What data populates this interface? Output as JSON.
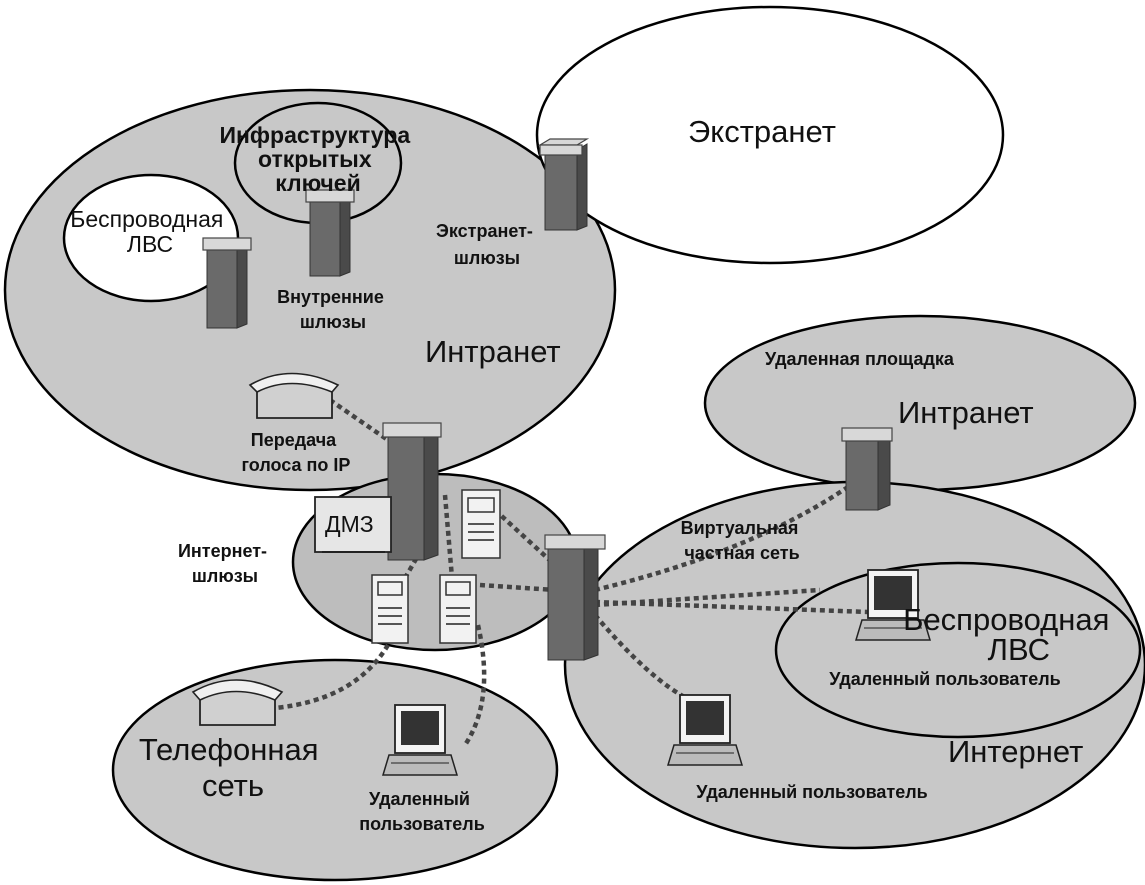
{
  "regions": {
    "intranet": "Интранет",
    "extranet": "Экстранет",
    "wireless_lan_internal": [
      "Беспроводная",
      "ЛВС"
    ],
    "pki": [
      "Инфраструктура",
      "открытых",
      "ключей"
    ],
    "dmz": "ДМЗ",
    "remote_site": "Удаленная площадка",
    "remote_intranet": "Интранет",
    "internet": "Интернет",
    "wireless_lan_remote": [
      "Беспроводная",
      "ЛВС"
    ],
    "phone_network": [
      "Телефонная",
      "сеть"
    ]
  },
  "labels": {
    "extranet_gateways": [
      "Экстранет-",
      "шлюзы"
    ],
    "internal_gateways": [
      "Внутренние",
      "шлюзы"
    ],
    "voip": [
      "Передача",
      "голоса по IP"
    ],
    "internet_gateways": [
      "Интернет-",
      "шлюзы"
    ],
    "vpn": [
      "Виртуальная",
      "частная сеть"
    ],
    "remote_user_wireless": "Удаленный пользователь",
    "remote_user_internet": "Удаленный пользователь",
    "remote_user_phone": [
      "Удаленный",
      "пользователь"
    ]
  },
  "colors": {
    "region_fill": "#c8c8c8",
    "white_fill": "#ffffff",
    "dmz_fill": "#bdbdbd"
  }
}
